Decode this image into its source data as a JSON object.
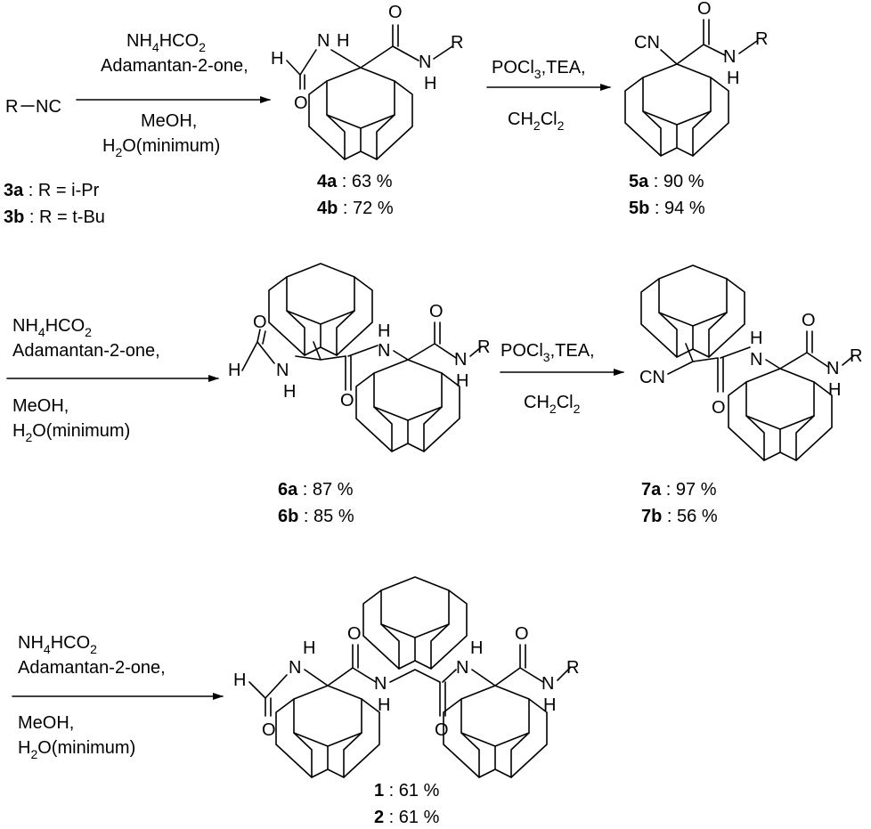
{
  "reagent_lines": {
    "salt_base": "NH",
    "salt_sub4": "4",
    "salt_mid": "HCO",
    "salt_sub2": "2",
    "ketone": "Adamantan-2-one,",
    "solvent": "MeOH,",
    "water_h": "H",
    "water_sub": "2",
    "water_rest": "O(minimum)",
    "dehyd_base": "POCl",
    "dehyd_sub": "3",
    "dehyd_rest": ",TEA,",
    "dcm_c": "CH",
    "dcm_sub1": "2",
    "dcm_cl": "Cl",
    "dcm_sub2": "2"
  },
  "atoms": {
    "r": "R",
    "nc": "NC",
    "n": "N",
    "h": "H",
    "o": "O",
    "cn": "CN"
  },
  "starting_materials": [
    {
      "id": "3a",
      "text": " : R = i-Pr"
    },
    {
      "id": "3b",
      "text": " : R = t-Bu"
    }
  ],
  "yields": {
    "c4": [
      {
        "id": "4a",
        "text": " : 63 %"
      },
      {
        "id": "4b",
        "text": " : 72 %"
      }
    ],
    "c5": [
      {
        "id": "5a",
        "text": " : 90 %"
      },
      {
        "id": "5b",
        "text": " : 94 %"
      }
    ],
    "c6": [
      {
        "id": "6a",
        "text": " : 87 %"
      },
      {
        "id": "6b",
        "text": " : 85 %"
      }
    ],
    "c7": [
      {
        "id": "7a",
        "text": " : 97 %"
      },
      {
        "id": "7b",
        "text": " : 56 %"
      }
    ],
    "final": [
      {
        "id": "1",
        "text": " : 61 %"
      },
      {
        "id": "2",
        "text": " : 61 %"
      }
    ]
  }
}
